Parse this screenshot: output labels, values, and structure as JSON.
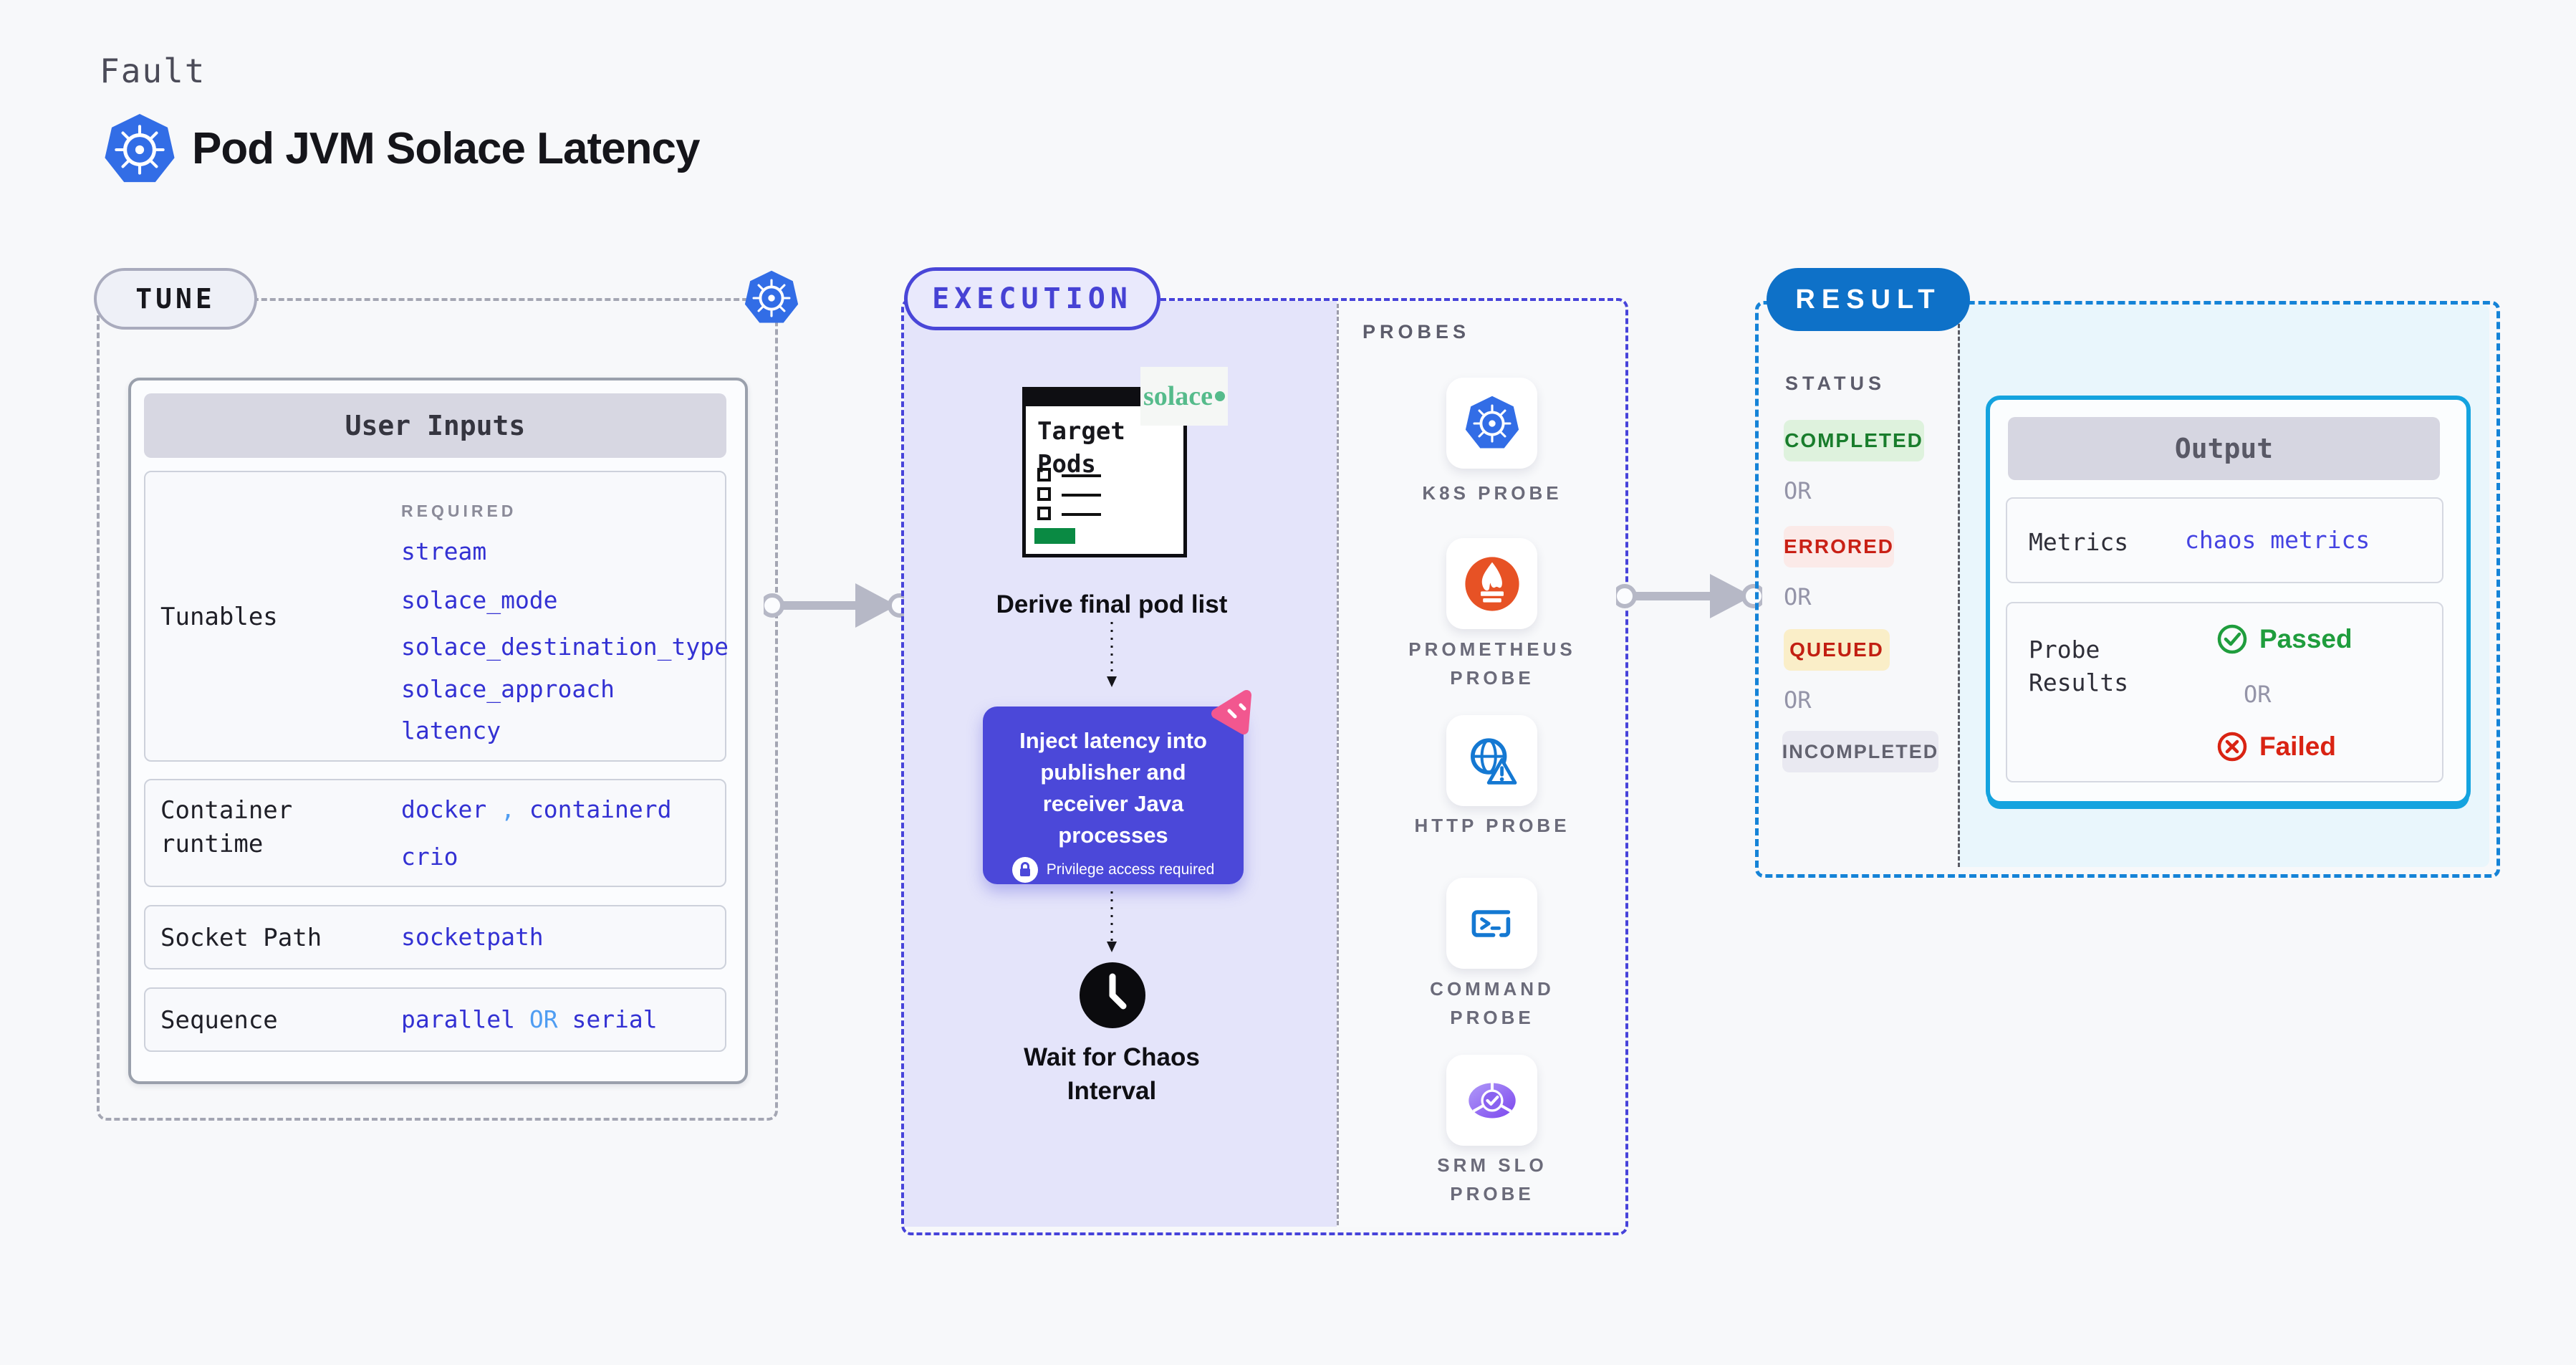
{
  "header": {
    "eyebrow": "Fault",
    "title": "Pod JVM Solace Latency"
  },
  "tune": {
    "label": "TUNE",
    "card_title": "User Inputs",
    "tunables": {
      "label": "Tunables",
      "required_label": "REQUIRED",
      "values": [
        "stream",
        "solace_mode",
        "solace_destination_type",
        "solace_approach",
        "latency"
      ]
    },
    "container_runtime": {
      "label": "Container runtime",
      "value1": "docker",
      "separator": ",",
      "value2": "containerd",
      "value3": "crio"
    },
    "socket_path": {
      "label": "Socket Path",
      "value": "socketpath"
    },
    "sequence": {
      "label": "Sequence",
      "value1": "parallel",
      "or": "OR",
      "value2": "serial"
    }
  },
  "execution": {
    "label": "EXECUTION",
    "target_pods_title": "Target Pods",
    "solace_logo": "solace",
    "derive_step": "Derive final pod list",
    "inject_step": "Inject latency into publisher and receiver Java processes",
    "privilege_note": "Privilege access required",
    "wait_step": "Wait for Chaos Interval",
    "probes": {
      "label": "PROBES",
      "items": [
        {
          "name": "K8S PROBE",
          "icon": "kubernetes-icon"
        },
        {
          "name": "PROMETHEUS PROBE",
          "icon": "prometheus-icon"
        },
        {
          "name": "HTTP PROBE",
          "icon": "globe-warning-icon"
        },
        {
          "name": "COMMAND PROBE",
          "icon": "terminal-icon"
        },
        {
          "name": "SRM SLO PROBE",
          "icon": "slo-pie-check-icon"
        }
      ]
    }
  },
  "result": {
    "label": "RESULT",
    "status": {
      "label": "STATUS",
      "or": "OR",
      "badges": [
        {
          "text": "COMPLETED",
          "text_color": "#197d2c",
          "bg_color": "#def2dd"
        },
        {
          "text": "ERRORED",
          "text_color": "#c92015",
          "bg_color": "#fbeae8"
        },
        {
          "text": "QUEUED",
          "text_color": "#c21f12",
          "bg_color": "#faeec8"
        },
        {
          "text": "INCOMPLETED",
          "text_color": "#62626f",
          "bg_color": "#e9e9f1"
        }
      ]
    },
    "output": {
      "title": "Output",
      "metrics_label": "Metrics",
      "metrics_value": "chaos metrics",
      "probe_results_label": "Probe Results",
      "passed": "Passed",
      "or": "OR",
      "failed": "Failed"
    }
  },
  "colors": {
    "page_bg": "#f7f8fa",
    "kubernetes_blue": "#326de6",
    "execution_indigo": "#4743da",
    "execution_fill": "#e4e4fa",
    "inject_purple": "#4b48d9",
    "result_blue": "#0e71c8",
    "result_dash": "#1583d7",
    "result_fill": "#e9f6fc",
    "output_border": "#14a3df",
    "value_blue": "#3331d3",
    "value_light_blue": "#4f9df2",
    "solace_green": "#55bb8b",
    "passed_green": "#1f9d3d",
    "failed_red": "#d92313",
    "prometheus_orange": "#e75225",
    "pin_pink": "#f2578f"
  }
}
